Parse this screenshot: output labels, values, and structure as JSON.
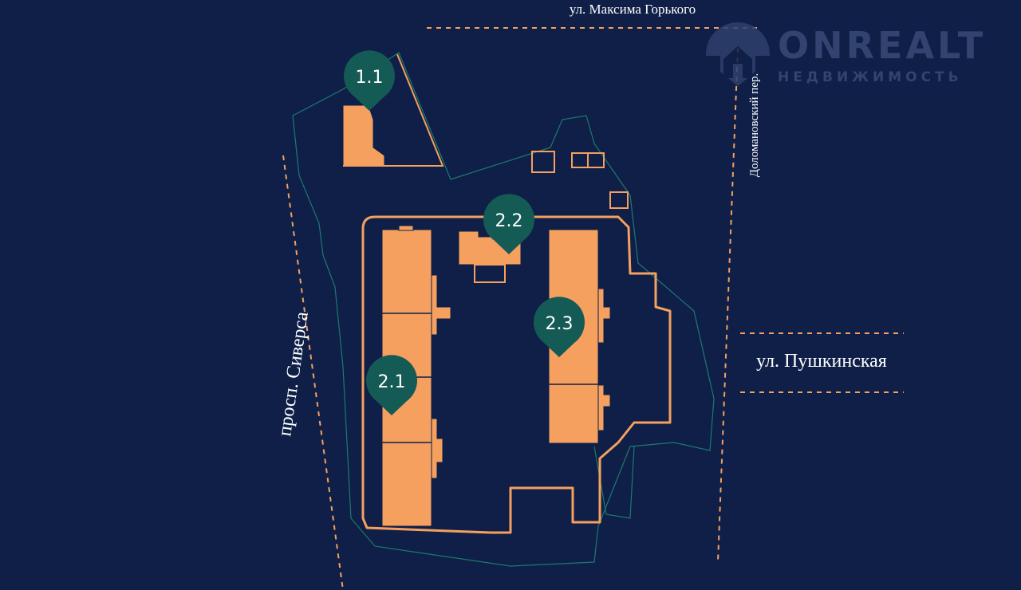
{
  "streets": {
    "top": "ул. Максима Горького",
    "right_vertical": "Доломановский пер.",
    "right": "ул. Пушкинская",
    "left": "просп. Сиверса"
  },
  "pins": [
    {
      "id": "1.1",
      "label": "1.1"
    },
    {
      "id": "2.1",
      "label": "2.1"
    },
    {
      "id": "2.2",
      "label": "2.2"
    },
    {
      "id": "2.3",
      "label": "2.3"
    }
  ],
  "watermark": {
    "name": "ONREALT",
    "tagline": "НЕДВИЖИМОСТЬ"
  },
  "colors": {
    "background": "#0f1f48",
    "building": "#f5a05f",
    "pin": "#145a55",
    "plot_outline": "#1d7a6c"
  }
}
